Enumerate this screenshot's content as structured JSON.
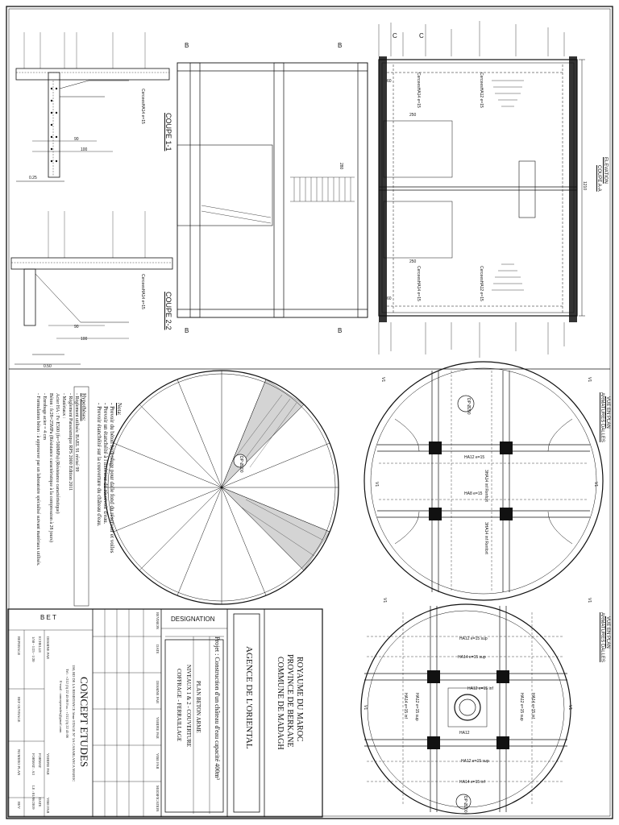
{
  "title_block": {
    "royaume": "ROYAUME DU MAROC",
    "province": "PROVINCE DE BERKANE",
    "commune": "COMMUNE DE MADAGH",
    "agence": "AGENCE DE L'ORIENTAL",
    "projet": "Projet : Construction d'un château d'eau capacité 400m³",
    "plan_line1": "PLAN BETON ARME",
    "plan_line2": "NIVEAUX 1 & 2 - COUVERTURE",
    "plan_line3": "COFFRAGE - FERRAILLAGE",
    "designation": "DESIGNATION",
    "revision": "REVISION",
    "date": "DATE",
    "dessine_par": "DESSINE PAR",
    "verifie_par": "VERIFIE PAR",
    "vise_par": "VISE PAR",
    "modification": "MODIFICATION",
    "bet": "B E T",
    "company": "CONCEPT ETUDES",
    "address": "150, BD DE LA RESISTANCE 5ème ETAGE N° 5A CASABLANCA MAROC",
    "tel": "Tél : +212 (5) 22 45 06 Fax : +212 (5) 22 45 06",
    "email": "E-mail : conceptetudes@gmail.com",
    "dessine": "DESSINE PAR",
    "verifie": "VERIFIE PAR",
    "vise": "VISE PAR",
    "echelle_label": "ECHELLE",
    "echelle": "1/50 - 1/25 - 1/20",
    "format_label": "FORMAT",
    "format": "FORMAT : A3",
    "date_label": "DATE",
    "date_value": "LE : 01/06/2019",
    "reperage": "REPERAGE",
    "ref_ouvrage": "REF OUVRAGE",
    "numero_plan": "NUMERO PLAN",
    "rev": "REV"
  },
  "notes": {
    "title": "Nota:",
    "lines": [
      "- Prevoir du béton hydrofuge pour dalle fond du réservoir et voiles",
      "- Prevoir un étanchéité à l'intérieur du réservoir d'eau.",
      "- Prevoir étanchéité sur la couverture du château d'eau."
    ]
  },
  "hypotheses": {
    "title": "Hypothèses:",
    "lines": [
      "- Règlement utilisés: BAEL 91 révisé 99",
      "- Règlement Parasismique RPS 2000 Edition 2011",
      "- Matériaux :",
      "  Acier HA : Fe E500 (fe=500MPa) (Résistance caractéristique)",
      "  Béton : fc28=25MPa (Résistance caractéristique à la compression à 28 jours)",
      "- Enrobage acier = 4 cm",
      "- Formulation béton : à approuver par un laboratoire spécialisé suivant matériaux utilisés."
    ]
  },
  "sections": {
    "coupe1": "COUPE 1-1",
    "coupe2": "COUPE 2-2",
    "elevation": "ELEVATION",
    "elevation_sub": "COUPE A-A",
    "plan_top": "VUE EN PLAN",
    "plan_top_sub": "ARMATURES DALLES",
    "plan_mid": "VUE EN PLAN",
    "plan_mid_sub": "ARMATURES DALLES"
  },
  "rebar_labels": {
    "ha12_15": "HA12 e=15",
    "ha12_15_inf": "HA12 e=15 inf",
    "ha12_15_sup": "HA12 e=15 sup",
    "ha14_15_sup": "HA14 e=15 sup",
    "ha14_15_inf": "HA14 e=15 inf",
    "ha8_15": "HA8 e=15",
    "ha12": "HA12",
    "renfort": "3HA14 inf Renfort",
    "dp": "DP Ø200",
    "v1": "V1",
    "cerces_ha14": "CerceesHA14 e=15",
    "cerces_ha12": "CerceesHA12 e=15",
    "dim_250": "250",
    "dim_60": "60",
    "dim_90": "90",
    "dim_100": "100",
    "dim_025": "0.25",
    "dim_050": "0.50",
    "dim_1210": "1210",
    "dim_280": "280",
    "section_b": "B",
    "section_c": "C"
  }
}
